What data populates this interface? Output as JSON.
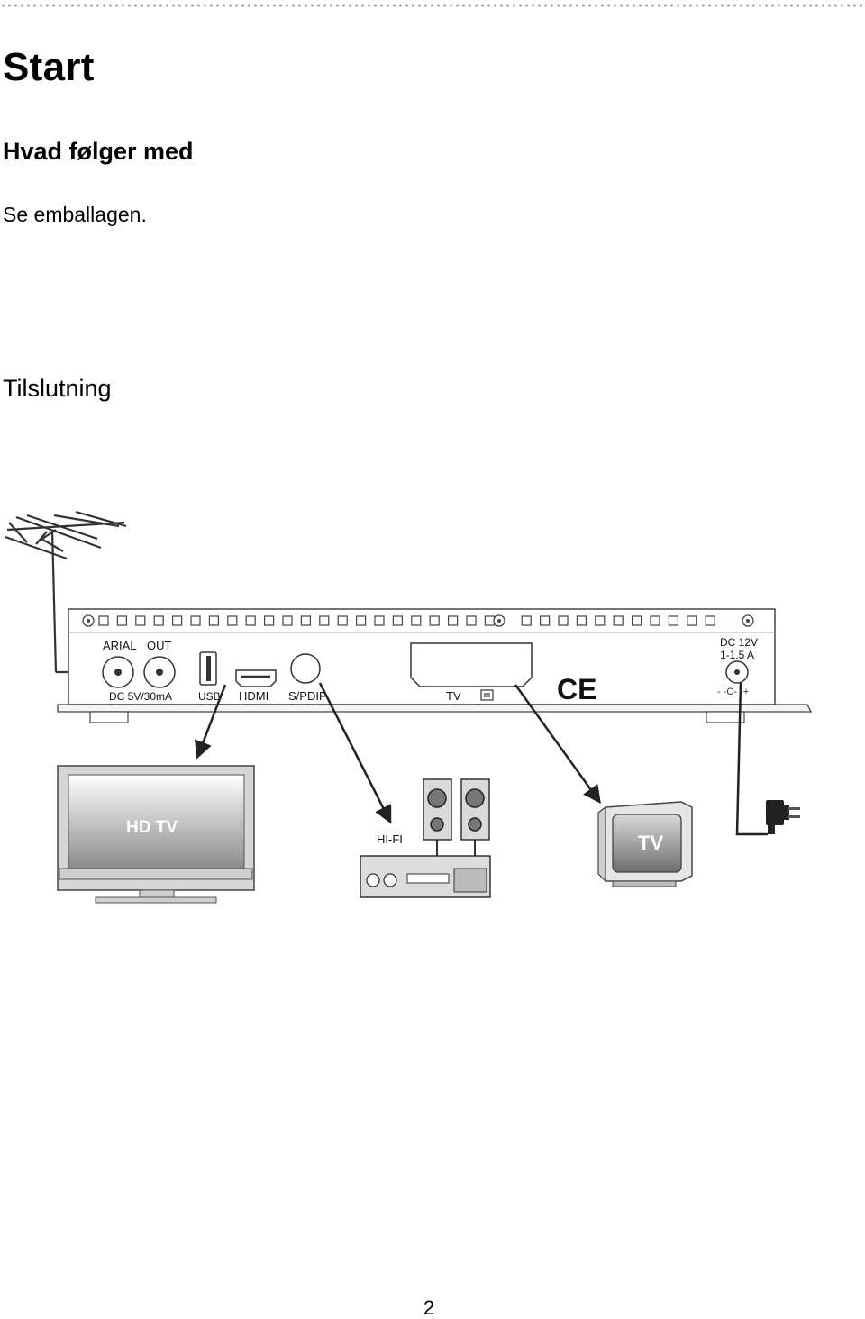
{
  "page": {
    "heading": "Start",
    "subheading": "Hvad følger med",
    "paragraph": "Se emballagen.",
    "section_heading": "Tilslutning",
    "page_number": "2"
  },
  "diagram": {
    "port_labels": {
      "arial": "ARIAL",
      "out": "OUT",
      "dc_small": "DC 5V/30mA",
      "usb": "USB",
      "hdmi": "HDMI",
      "spdif": "S/PDIF",
      "tv_scart": "TV",
      "dc_power_1": "DC 12V",
      "dc_power_2": "1-1.5 A",
      "polarity": "- -C- -+",
      "ce_mark": "CE"
    },
    "device_labels": {
      "hdtv": "HD TV",
      "hifi": "HI-FI",
      "crt_tv": "TV"
    }
  }
}
